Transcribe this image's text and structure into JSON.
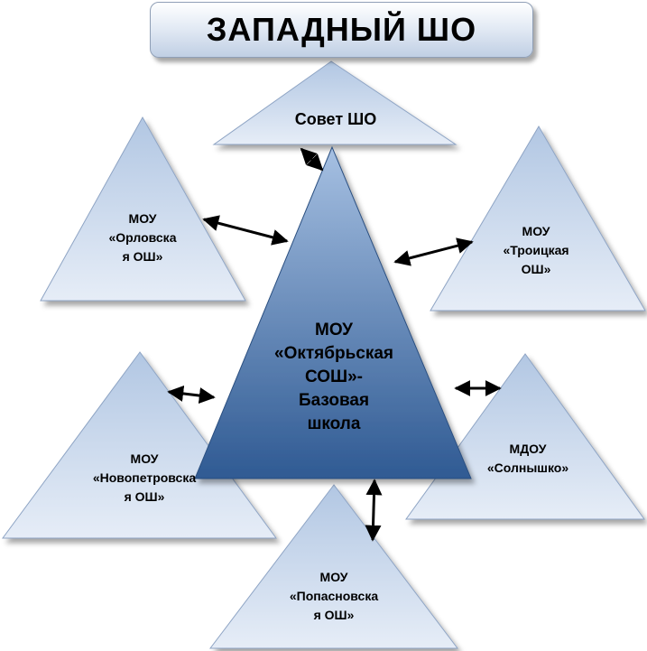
{
  "title": "ЗАПАДНЫЙ ШО",
  "nodes": {
    "council": {
      "lines": [
        "Совет ШО"
      ]
    },
    "center": {
      "lines": [
        "МОУ",
        "«Октябрьская",
        "СОШ»-",
        "Базовая",
        "школа"
      ]
    },
    "orlovskaya": {
      "lines": [
        "МОУ",
        "«Орловска",
        "я ОШ»"
      ]
    },
    "troitskaya": {
      "lines": [
        "МОУ",
        "«Троицкая",
        "ОШ»"
      ]
    },
    "novopetrovskaya": {
      "lines": [
        "МОУ",
        "«Новопетровска",
        "я ОШ»"
      ]
    },
    "solnyshko": {
      "lines": [
        "МДОУ",
        "«Солнышко»"
      ]
    },
    "popasnovskaya": {
      "lines": [
        "МОУ",
        "«Попасновска",
        "я ОШ»"
      ]
    }
  },
  "colors": {
    "center_top": "#a6c0e2",
    "center_bottom": "#2f5a93",
    "side_top": "#b2c7e3",
    "side_bottom": "#e6edf7",
    "arrow": "#000000"
  }
}
